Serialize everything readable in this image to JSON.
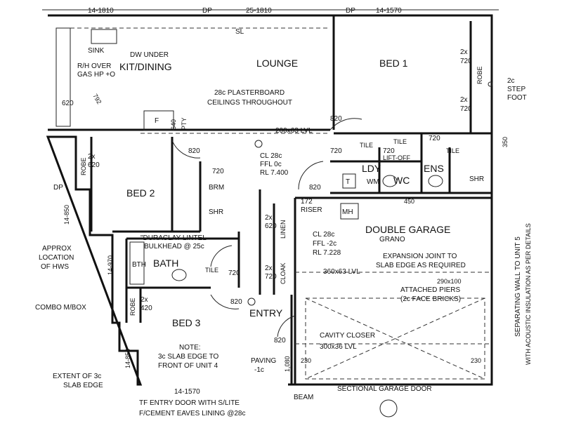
{
  "rooms": {
    "lounge": "LOUNGE",
    "kit_dining": "KIT/DINING",
    "bed1": "BED 1",
    "bed2": "BED 2",
    "bed3": "BED 3",
    "double_garage": "DOUBLE GARAGE",
    "entry": "ENTRY",
    "bath": "BATH",
    "ens": "ENS",
    "ldy": "LDY",
    "wc": "WC"
  },
  "top_dims": [
    "14-1810",
    "DP",
    "25-1810",
    "DP",
    "14-1570"
  ],
  "labels": {
    "sink": "SINK",
    "dw_under": "DW UNDER",
    "rh_over": "R/H OVER",
    "gas_hp": "GAS HP +O",
    "sl": "SL",
    "plaster": "28c PLASTERBOARD",
    "ceilings": "CEILINGS THROUGHOUT",
    "lvl_200": "200x63 LVL",
    "cl28": "CL 28c",
    "ffl0": "FFL 0c",
    "rl7400": "RL 7.400",
    "brm": "BRM",
    "shr": "SHR",
    "shr2": "SHR",
    "robe": "ROBE",
    "robe2": "ROBE",
    "robe3": "ROBE",
    "pty": "PTY",
    "f": "F",
    "tile1": "TILE",
    "tile2": "TILE",
    "tile3": "TILE",
    "tile4": "TILE",
    "liftoff": "LIFT-OFF",
    "wm": "WM",
    "t": "T",
    "mh": "MH",
    "riser": "RISER",
    "linen": "LINEN",
    "cloak": "CLOAK",
    "bth": "BTH",
    "grano": "GRANO",
    "cl28g": "CL 28c",
    "ffl2": "FFL -2c",
    "rl7228": "RL 7.228",
    "expansion1": "EXPANSION JOINT TO",
    "expansion2": "SLAB EDGE AS REQUIRED",
    "lvl_360": "360x63 LVL",
    "piers_size": "290x100",
    "piers1": "ATTACHED PIERS",
    "piers2": "(2c FACE BRICKS)",
    "duraclay1": "\"DURACLAY LINTEL",
    "duraclay2": "BULKHEAD @ 25c",
    "cavity": "CAVITY CLOSER",
    "lvl_300": "300x36 LVL",
    "paving": "PAVING",
    "paving_lvl": "-1c",
    "note1": "NOTE:",
    "note2": "3c SLAB EDGE TO",
    "note3": "FRONT OF UNIT 4",
    "sectional": "SECTIONAL GARAGE DOOR",
    "approx1": "APPROX",
    "approx2": "LOCATION",
    "approx3": "OF HWS",
    "combo": "COMBO M/BOX",
    "extent1": "EXTENT OF 3c",
    "extent2": "SLAB EDGE",
    "tf1": "TF ENTRY DOOR WITH S/LITE",
    "tf2": "F/CEMENT EAVES LINING @28c",
    "beam": "BEAM",
    "sep1": "SEPARATING WALL TO UNIT 5",
    "sep2": "WITH ACOUSTIC INSULATION AS PER DETAILS",
    "step1": "2c",
    "step2": "STEP",
    "step3": "FOOT",
    "bot_dim": "14-1570",
    "side_dim1": "14-850",
    "side_dim2": "14-970",
    "side_dim3": "14-850",
    "dp": "DP"
  },
  "dims": {
    "d620": "620",
    "d792": "792",
    "d640": "640",
    "d820a": "820",
    "d820b": "820",
    "d820c": "820",
    "d820d": "820",
    "d820e": "820",
    "d720a": "720",
    "d720b": "720",
    "d720c": "720",
    "d720d": "720",
    "d720e": "720",
    "robe_2x720a": "2x",
    "robe_720a": "720",
    "robe_2x720b": "2x",
    "robe_720b": "720",
    "robe_2x620": "2x",
    "robe_620": "620",
    "linen_2x": "2x",
    "linen_620": "620",
    "cloak_2x": "2x",
    "cloak_720": "720",
    "robe3_2x": "2x",
    "robe3_420": "420",
    "d172": "172",
    "d450": "450",
    "d350": "350",
    "d230a": "230",
    "d230b": "230",
    "d1080": "1,080"
  }
}
